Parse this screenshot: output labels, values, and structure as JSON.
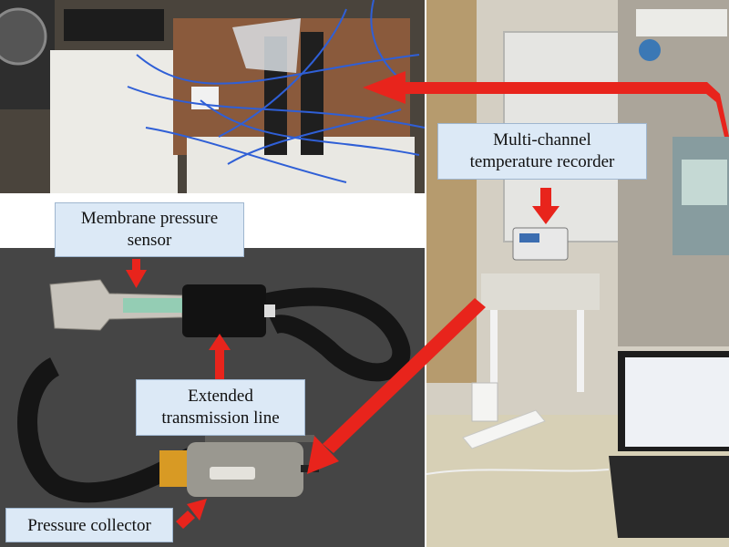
{
  "labels": {
    "membrane": [
      "Membrane pressure",
      "sensor"
    ],
    "extended": [
      "Extended",
      "transmission line"
    ],
    "collector": [
      "Pressure collector"
    ],
    "recorder": [
      "Multi-channel",
      "temperature recorder"
    ]
  },
  "colors": {
    "arrow": "#e8241c",
    "label_bg": "#dce9f6",
    "label_border": "#9fb6cf"
  },
  "icons": {
    "arrow": "red-arrow-icon"
  }
}
